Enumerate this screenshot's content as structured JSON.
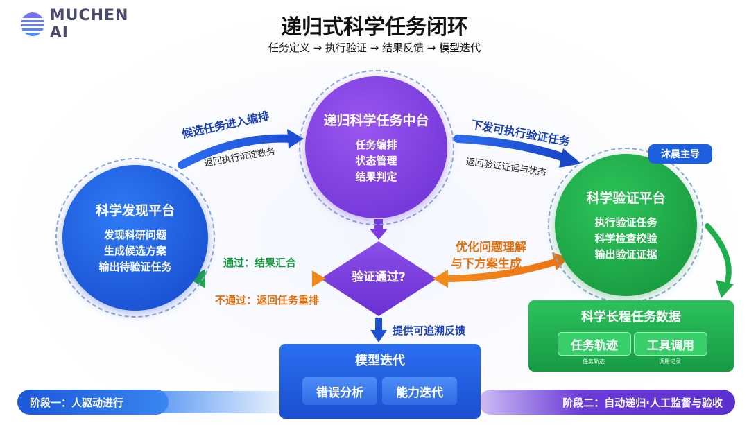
{
  "logo": {
    "text": "MUCHEN AI"
  },
  "header": {
    "title": "递归式科学任务闭环",
    "subtitle": "任务定义 → 执行验证 → 结果反馈 → 模型迭代"
  },
  "nodes": {
    "discovery": {
      "title": "科学发现平台",
      "lines": [
        "发现科研问题",
        "生成候选方案",
        "输出待验证任务"
      ]
    },
    "center": {
      "title": "递归科学任务中台",
      "lines": [
        "任务编排",
        "状态管理",
        "结果判定"
      ]
    },
    "verify": {
      "title": "科学验证平台",
      "lines": [
        "执行验证任务",
        "科学检查校验",
        "输出验证证据"
      ],
      "badge": "沐晨主导"
    }
  },
  "edges": {
    "candidate": "候选任务进入编排",
    "return_exec": "返回执行沉淀数务",
    "dispatch": "下发可执行验证任务",
    "return_evidence": "返回验证证据与状态",
    "pass": "通过：结果汇合",
    "fail": "不通过：返回任务重排",
    "optimize_1": "优化问题理解",
    "optimize_2": "与下方案生成",
    "feedback": "提供可追溯反馈"
  },
  "decision": {
    "label": "验证通过?"
  },
  "model": {
    "title": "模型迭代",
    "items": [
      "错误分析",
      "能力迭代"
    ]
  },
  "data_box": {
    "title": "科学长程任务数据",
    "items": [
      "任务轨迹",
      "工具调用"
    ],
    "captions": [
      "任务轨迹",
      "调用记录"
    ]
  },
  "phases": {
    "left": "阶段一：人驱动进行",
    "right": "阶段二：自动递归·人工监督与验收"
  },
  "colors": {
    "blue": "#1a56d6",
    "purple": "#7a3ce0",
    "green": "#1fa84a",
    "orange": "#f07b1a"
  }
}
